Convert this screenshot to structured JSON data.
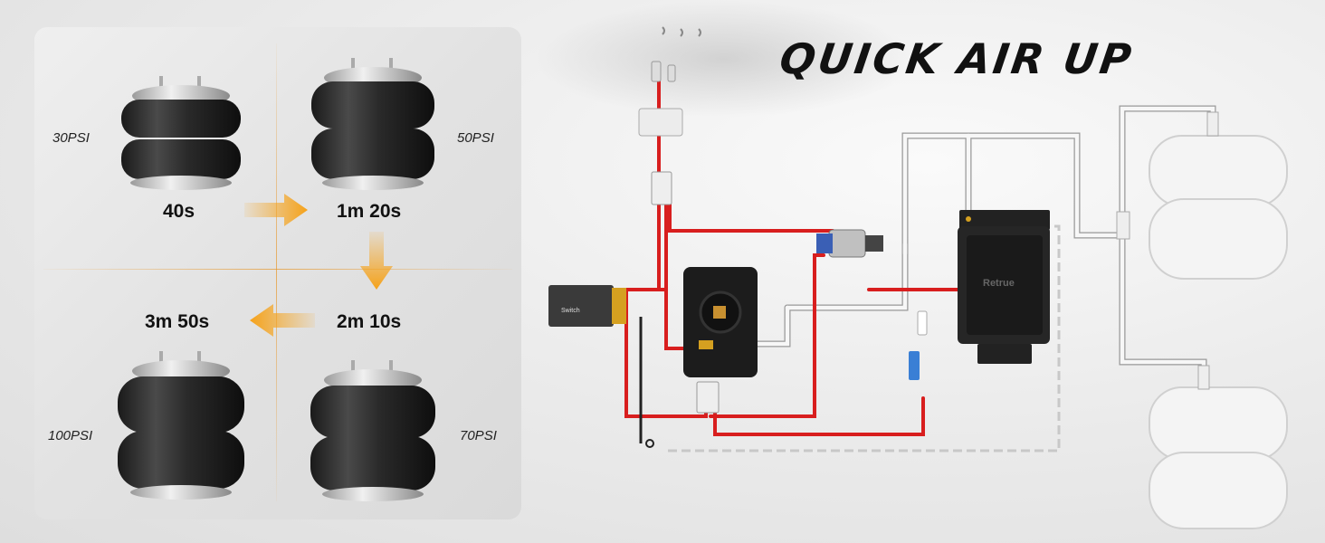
{
  "title": "QUICK AIR UP",
  "stages": [
    {
      "psi": "30PSI",
      "time": "40s"
    },
    {
      "psi": "50PSI",
      "time": "1m 20s"
    },
    {
      "psi": "70PSI",
      "time": "2m 10s"
    },
    {
      "psi": "100PSI",
      "time": "3m 50s"
    }
  ],
  "components": {
    "switch_label": "Switch",
    "compressor_brand": "Retrue"
  },
  "colors": {
    "arrow": "#f5a21a",
    "wire_red": "#d81e1e",
    "title": "#111111"
  }
}
